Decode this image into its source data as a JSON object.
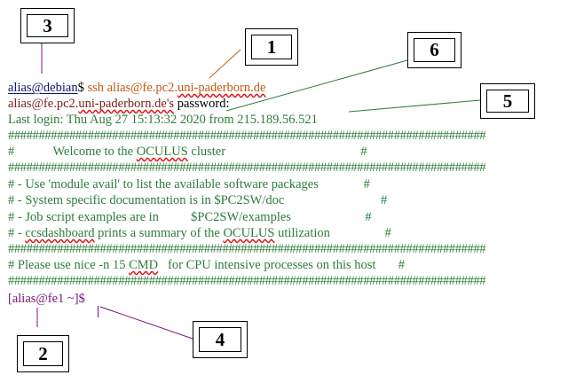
{
  "terminal": {
    "cmd_user": "alias@debian",
    "cmd_prompt": "$",
    "cmd_ssh": " ssh alias@fe.pc2.",
    "cmd_host": "uni-paderborn.de",
    "pw_prefix": "alias@fe.pc2.",
    "pw_host": "uni-paderborn.de's",
    "pw_label": " password:",
    "last_login": "Last login: Thu Aug 27 15:13:32 2020 from 215.189.56.521",
    "hash_row": "##############################################################################",
    "welcome_a": "#            Welcome to the ",
    "welcome_oculus": "OCULUS",
    "welcome_b": " cluster                                          #",
    "info1": "# - Use 'module avail' to list the available software packages              #",
    "info2": "# - System specific documentation is in $PC2SW/doc                              #",
    "info3": "# - Job script examples are in          $PC2SW/examples                       #",
    "info4_a": "# - ",
    "info4_ccs": "ccsdashboard",
    "info4_b": " prints a summary of the ",
    "info4_oculus": "OCULUS",
    "info4_c": " utilization                 #",
    "nice_a": "# Please use nice -n 15 ",
    "nice_cmd": "CMD",
    "nice_b": "   for CPU intensive processes on this host       #",
    "prompt2": "[alias@fe1 ~]$ "
  },
  "callouts": {
    "c1": "1",
    "c2": "2",
    "c3": "3",
    "c4": "4",
    "c5": "5",
    "c6": "6"
  },
  "colors": {
    "green": "#2e7d3a",
    "navy": "#14146e",
    "orange": "#c55a11",
    "maroon": "#7a1e1e",
    "purple": "#7a1478",
    "squiggle": "#e01010"
  }
}
